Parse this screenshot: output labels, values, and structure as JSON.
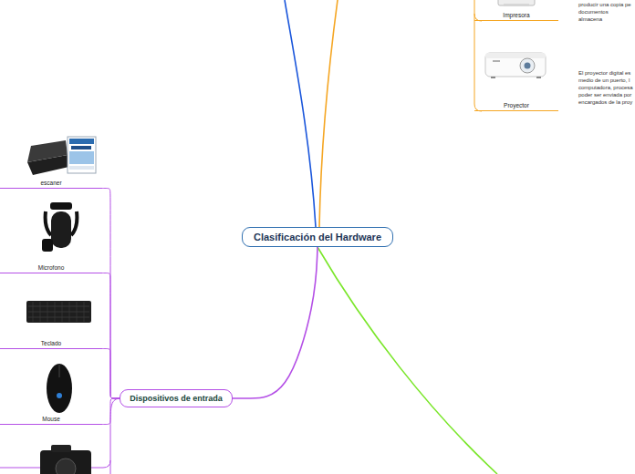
{
  "diagram": {
    "nodes": [
      {
        "text": [
          "Clasificación del Hardware"
        ]
      },
      {
        "text": [
          "Dispositivos de entrada"
        ]
      },
      {
        "text": [
          "escaner"
        ]
      },
      {
        "text": [
          "Microfono"
        ]
      },
      {
        "text": [
          "Teclado"
        ]
      },
      {
        "text": [
          "Mouse"
        ]
      },
      {
        "text": [
          "Impresora"
        ]
      },
      {
        "text": [
          "Proyector"
        ]
      }
    ],
    "edges": [
      {
        "from": 0,
        "to": 1,
        "arrow": "none"
      },
      {
        "from": 1,
        "to": 2,
        "arrow": "none"
      },
      {
        "from": 1,
        "to": 3,
        "arrow": "none"
      },
      {
        "from": 1,
        "to": 4,
        "arrow": "none"
      },
      {
        "from": 1,
        "to": 5,
        "arrow": "none"
      }
    ],
    "labels": [
      "producir una copia pe documentos almacena",
      "El proyector digital es medio de un puerto, l computadora, procesa poder ser enviada por encargados de la proy"
    ]
  }
}
